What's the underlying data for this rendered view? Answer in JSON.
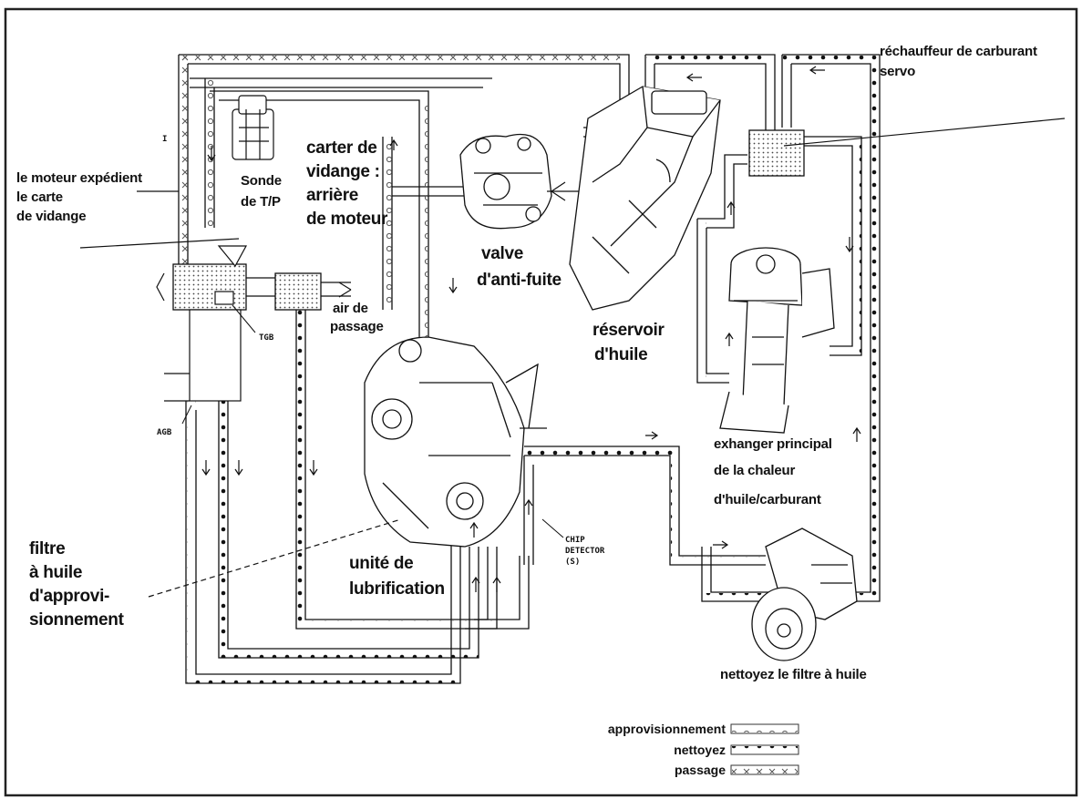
{
  "labels": {
    "rechauffeur_1": "réchauffeur de carburant",
    "rechauffeur_2": "servo",
    "moteur_1": "le moteur expédient",
    "moteur_2": "le carte",
    "moteur_3": "de vidange",
    "sonde_1": "Sonde",
    "sonde_2": "de T/P",
    "carter_1": "carter de",
    "carter_2": "vidange :",
    "carter_3": "arrière",
    "carter_4": "de moteur",
    "valve_1": "valve",
    "valve_2": "d'anti-fuite",
    "reservoir_1": "réservoir",
    "reservoir_2": "d'huile",
    "air_1": "air de",
    "air_2": "passage",
    "tg": "TGB",
    "agb": "AGB",
    "exchanger_1": "exhanger principal",
    "exchanger_2": "de la chaleur",
    "exchanger_3": "d'huile/carburant",
    "filtre_1": "filtre",
    "filtre_2": "à huile",
    "filtre_3": "d'approvi-",
    "filtre_4": "sionnement",
    "unite_1": "unité de",
    "unite_2": "lubrification",
    "chip_1": "CHIP",
    "chip_2": "DETECTOR",
    "chip_3": "(S)",
    "nettoyez_filtre": "nettoyez le filtre à huile",
    "small_i": "I"
  },
  "legend": [
    {
      "label": "approvisionnement",
      "style": "supply"
    },
    {
      "label": "nettoyez",
      "style": "scavenge"
    },
    {
      "label": "passage",
      "style": "vent"
    }
  ],
  "colors": {
    "line": "#111111",
    "frame": "#222222",
    "background": "#ffffff"
  }
}
